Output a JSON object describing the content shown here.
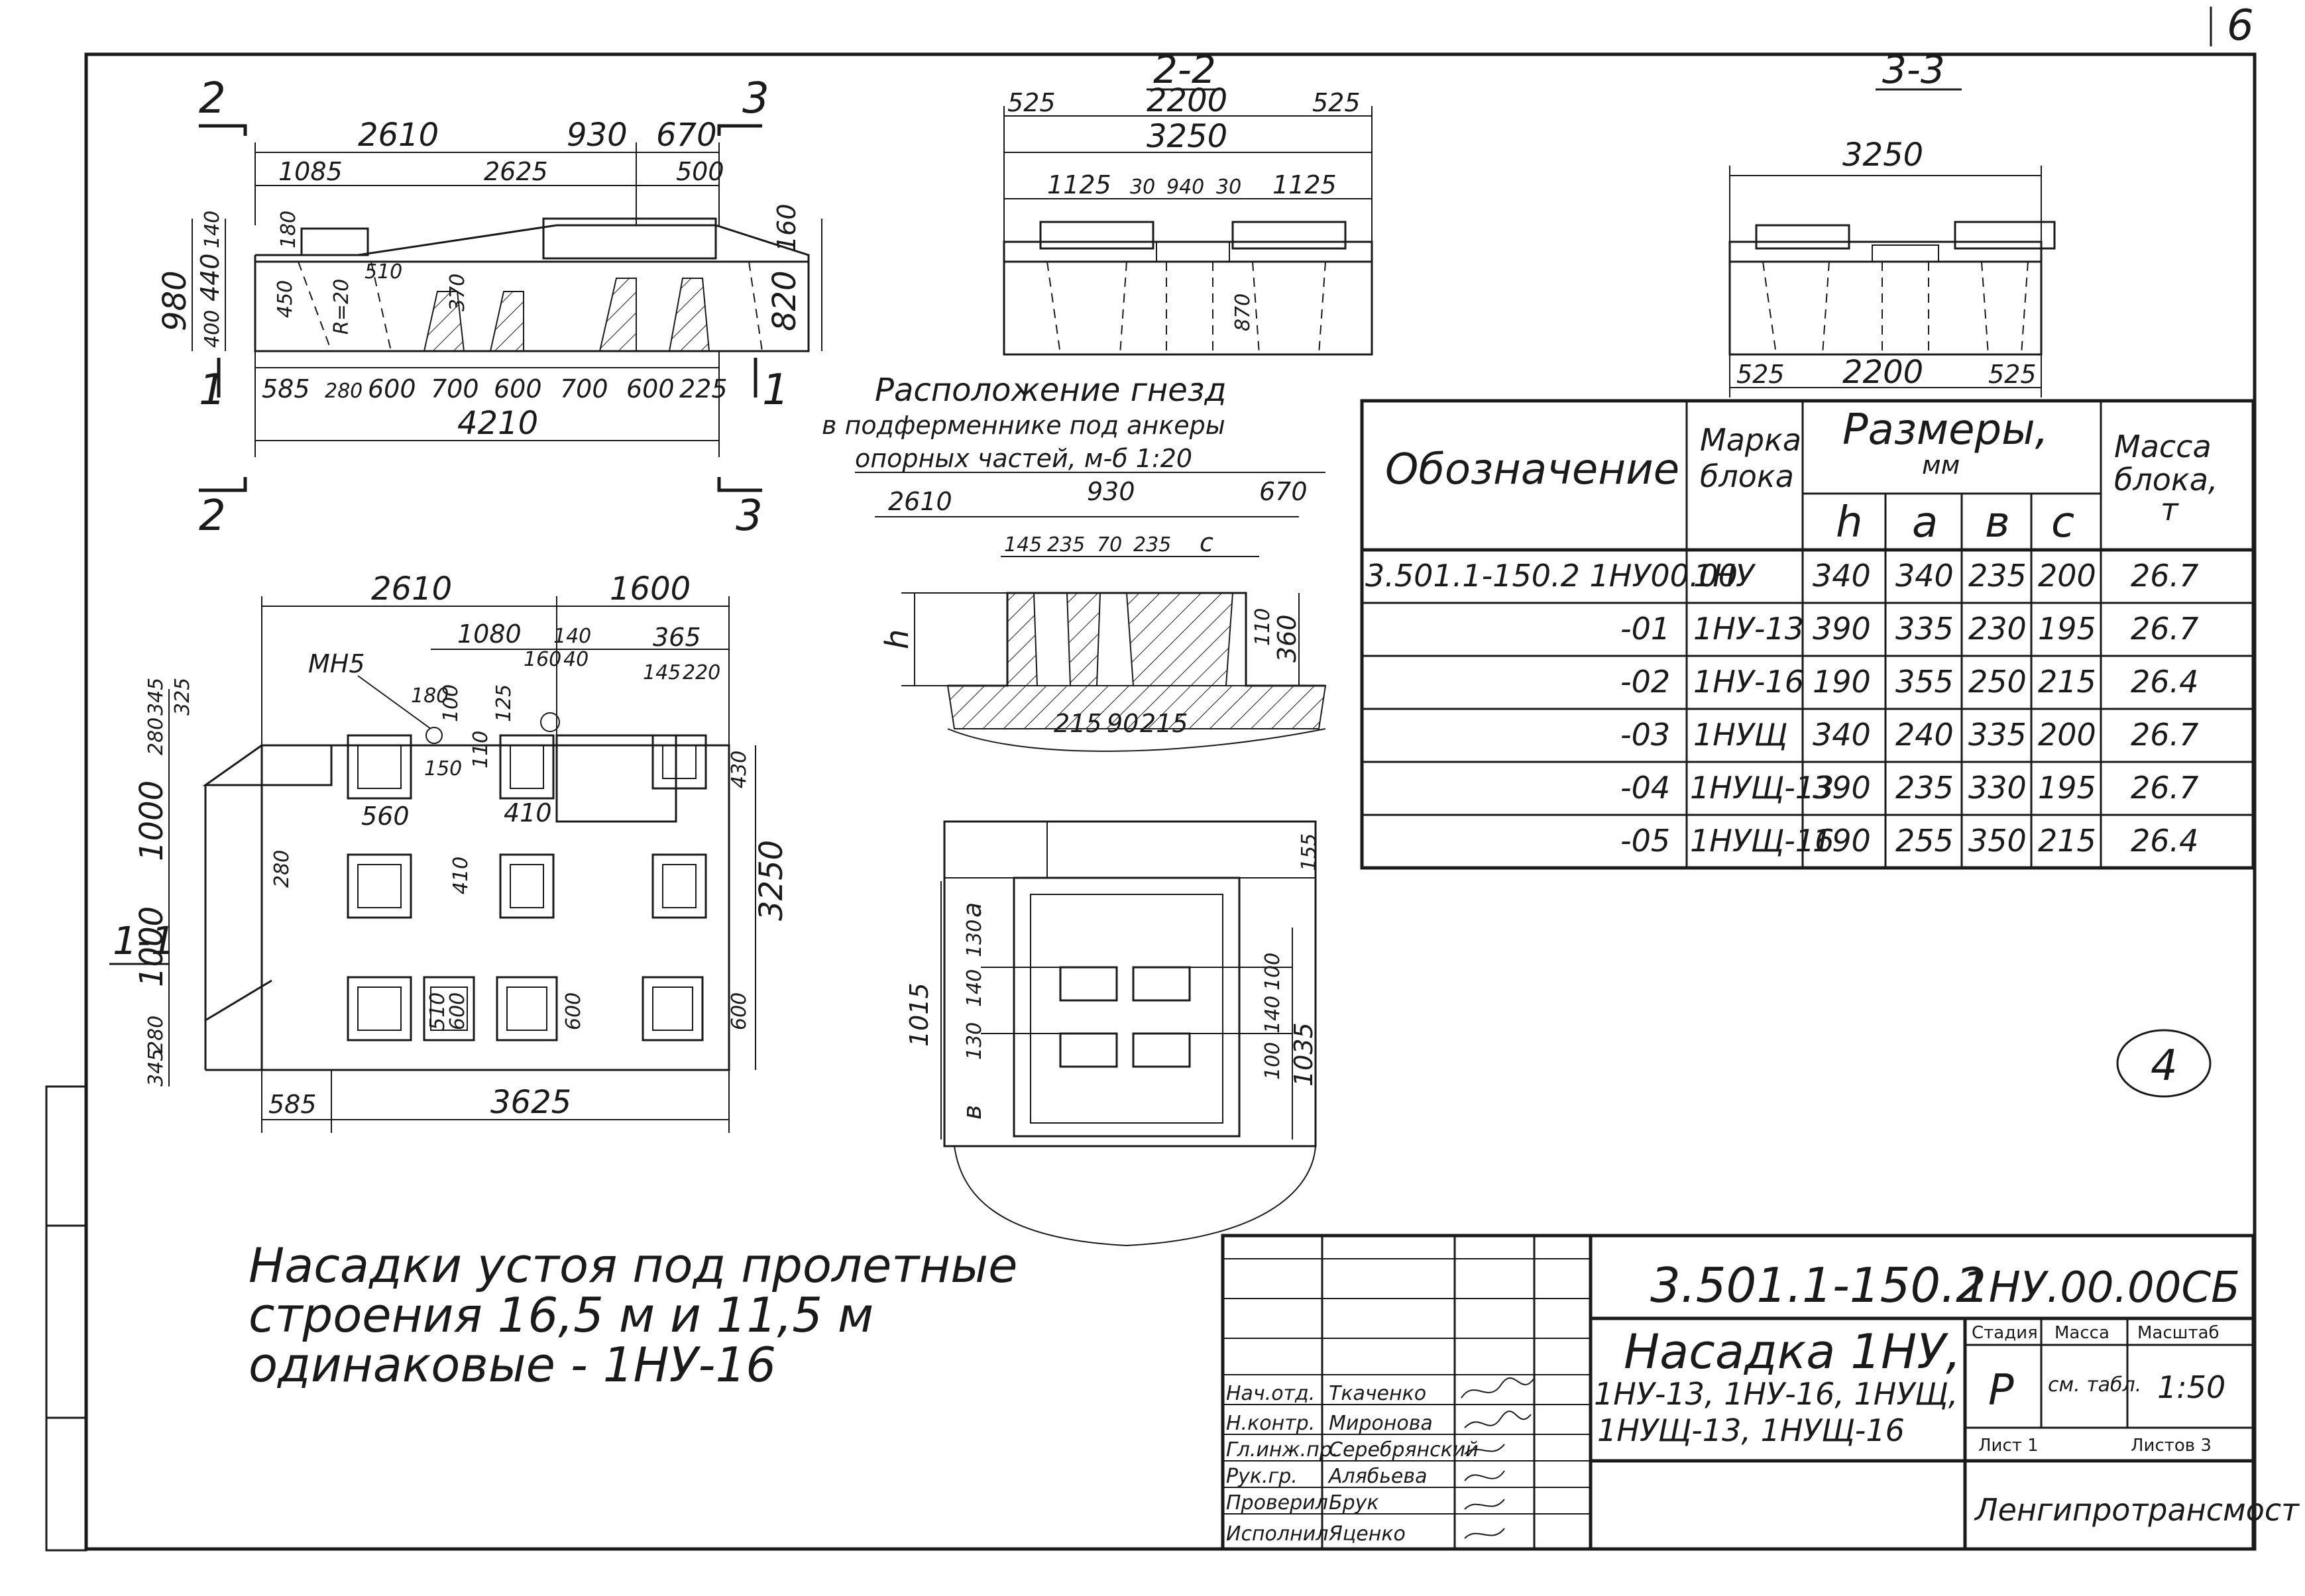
{
  "page_number": "6",
  "sections": {
    "s2_left": "2",
    "s3_right": "3",
    "s1_left": "1",
    "s1_right": "1",
    "s2_bottom": "2",
    "s3_bottom": "3",
    "sec22_title": "2-2",
    "sec33_title": "3-3",
    "plan_title": "1-1"
  },
  "elevation_dims": {
    "top_total_a": "2610",
    "top_total_b": "930",
    "top_total_c": "670",
    "top_sub_a": "1085",
    "top_sub_b": "2625",
    "top_sub_c": "500",
    "left_h1": "140",
    "left_h2": "440",
    "left_h3": "400",
    "left_total": "980",
    "right_h1": "160",
    "right_total": "820",
    "inner_1": "180",
    "inner_2": "450",
    "inner_3": "R=20",
    "inner_4": "510",
    "inner_5": "370",
    "bot_1": "585",
    "bot_2": "280",
    "bot_3": "600",
    "bot_4": "700",
    "bot_5": "600",
    "bot_6": "700",
    "bot_7": "600",
    "bot_8": "225",
    "bot_total": "4210"
  },
  "sec22_dims": {
    "top_a": "525",
    "top_b": "2200",
    "top_c": "525",
    "total": "3250",
    "sub_a": "1125",
    "sub_b": "30",
    "sub_c": "940",
    "sub_d": "30",
    "sub_e": "1125",
    "vert": "870"
  },
  "sec33_dims": {
    "total": "3250",
    "bot_a": "525",
    "bot_b": "2200",
    "bot_c": "525"
  },
  "nest_title": [
    "Расположение гнезд",
    "в подферменнике под анкеры",
    "опорных частей, м-б 1:20"
  ],
  "nest_dims": {
    "top_a": "2610",
    "top_b": "930",
    "top_c": "670",
    "sub_a": "145",
    "sub_b": "235",
    "sub_c": "70",
    "sub_d": "235",
    "sub_e": "c",
    "h": "h",
    "v1": "110",
    "v2": "360",
    "bot_a": "215",
    "bot_b": "90",
    "bot_c": "215"
  },
  "plan_dims": {
    "top_a": "2610",
    "top_b": "1600",
    "sub_a": "1080",
    "sub_b": "140",
    "sub_c": "365",
    "sub_d": "160",
    "sub_e": "40",
    "sub_f": "145",
    "sub_g": "220",
    "label": "МН5",
    "l1": "345",
    "l2": "280",
    "l3": "325",
    "l4": "1000",
    "l5": "1000",
    "l6": "280",
    "l7": "345",
    "i1": "180",
    "i2": "100",
    "i3": "150",
    "i4": "110",
    "i5": "125",
    "i6": "560",
    "i7": "410",
    "i8": "280",
    "i9": "410",
    "i10": "510",
    "i11": "600",
    "i12": "600",
    "r1": "430",
    "r2": "3250",
    "r3": "600",
    "bot_a": "585",
    "bot_b": "3625"
  },
  "detail_dims": {
    "v_total": "1015",
    "v_a": "130",
    "v_b": "140",
    "v_c": "130",
    "v_d": "a",
    "v_e": "в",
    "r_a": "100",
    "r_b": "140",
    "r_c": "100",
    "r_total": "1035",
    "top": "155"
  },
  "table": {
    "headers": {
      "designation": "Обозначение",
      "brand": [
        "Марка",
        "блока"
      ],
      "sizes": [
        "Размеры,",
        "мм"
      ],
      "mass": [
        "Масса",
        "блока,",
        "т"
      ],
      "cols": [
        "h",
        "a",
        "в",
        "c"
      ]
    },
    "rows": [
      {
        "designation": "3.501.1-150.2   1НУ00.00",
        "brand": "1НУ",
        "h": "340",
        "a": "340",
        "b": "235",
        "c": "200",
        "mass": "26.7"
      },
      {
        "designation": "-01",
        "brand": "1НУ-13",
        "h": "390",
        "a": "335",
        "b": "230",
        "c": "195",
        "mass": "26.7"
      },
      {
        "designation": "-02",
        "brand": "1НУ-16",
        "h": "190",
        "a": "355",
        "b": "250",
        "c": "215",
        "mass": "26.4"
      },
      {
        "designation": "-03",
        "brand": "1НУЩ",
        "h": "340",
        "a": "240",
        "b": "335",
        "c": "200",
        "mass": "26.7"
      },
      {
        "designation": "-04",
        "brand": "1НУЩ-13",
        "h": "390",
        "a": "235",
        "b": "330",
        "c": "195",
        "mass": "26.7"
      },
      {
        "designation": "-05",
        "brand": "1НУЩ-16",
        "h": "190",
        "a": "255",
        "b": "350",
        "c": "215",
        "mass": "26.4"
      }
    ]
  },
  "note": [
    "Насадки устоя под пролетные",
    "строения   16,5 м  и   11,5 м",
    "одинаковые -   1НУ-16"
  ],
  "circle_mark": "4",
  "title_block": {
    "doc_code": "3.501.1-150.2",
    "doc_mark": "1НУ.00.00СБ",
    "name": [
      "Насадка 1НУ,",
      "1НУ-13, 1НУ-16, 1НУЩ,",
      "1НУЩ-13, 1НУЩ-16"
    ],
    "stage_label": "Стадия",
    "mass_label": "Масса",
    "scale_label": "Масштаб",
    "stage": "Р",
    "mass": "см. табл.",
    "scale": "1:50",
    "sheet_label": "Лист 1",
    "sheets_label": "Листов 3",
    "org": "Ленгипротрансмост",
    "roles": [
      {
        "role": "Нач.отд.",
        "name": "Ткаченко"
      },
      {
        "role": "Н.контр.",
        "name": "Миронова"
      },
      {
        "role": "Гл.инж.пр.",
        "name": "Серебрянский"
      },
      {
        "role": "Рук.гр.",
        "name": "Алябьева"
      },
      {
        "role": "Проверил",
        "name": "Брук"
      },
      {
        "role": "Исполнил",
        "name": "Яценко"
      }
    ]
  }
}
